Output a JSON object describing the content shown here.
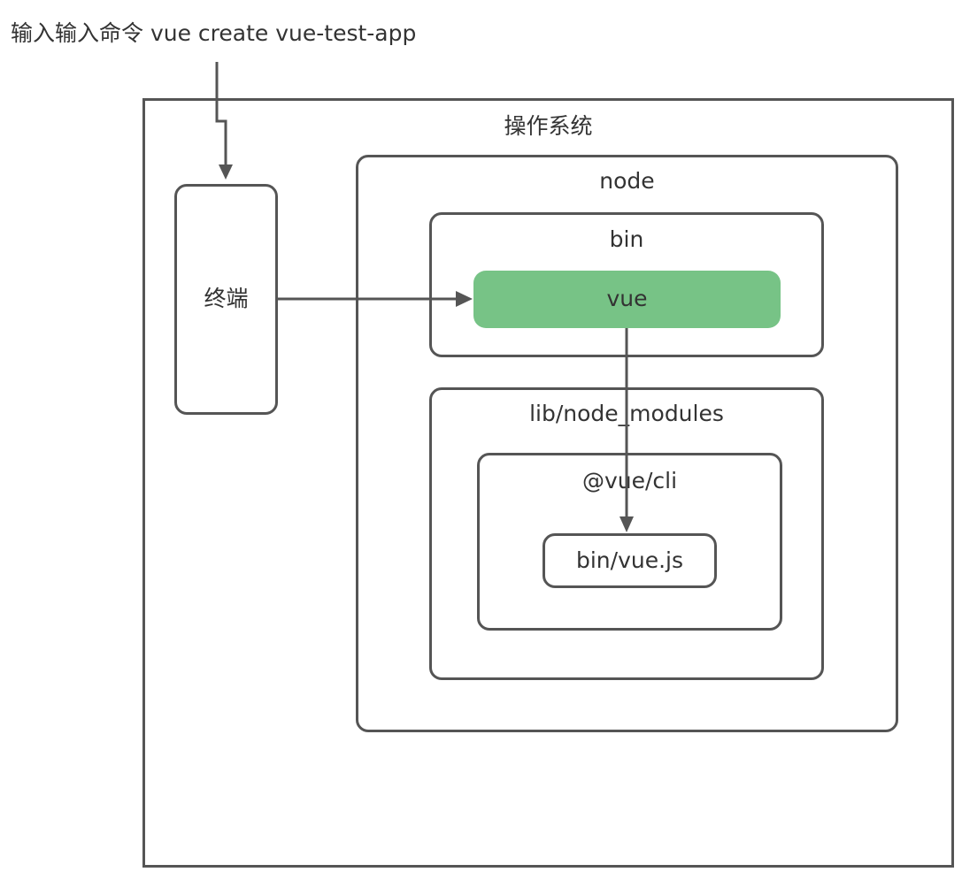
{
  "command": "输入输入命令 vue create vue-test-app",
  "os": {
    "label": "操作系统"
  },
  "terminal": {
    "label": "终端"
  },
  "node": {
    "label": "node",
    "bin": {
      "label": "bin",
      "vue": {
        "label": "vue"
      }
    },
    "lib": {
      "label": "lib/node_modules",
      "cli": {
        "label": "@vue/cli",
        "file": {
          "label": "bin/vue.js"
        }
      }
    }
  },
  "colors": {
    "stroke": "#555555",
    "text": "#333333",
    "highlight_fill": "#77c386"
  }
}
